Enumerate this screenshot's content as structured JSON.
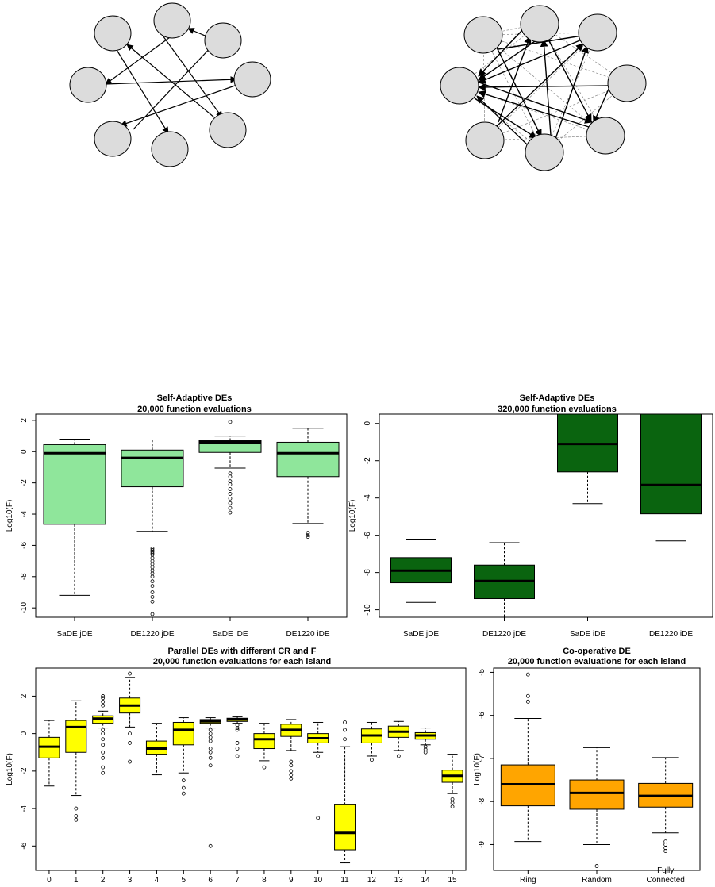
{
  "colors": {
    "light_green": "#8fe69b",
    "dark_green": "#0a640f",
    "yellow": "#ffff00",
    "orange": "#ffa500",
    "node_fill": "#dcdcdc"
  },
  "diagrams": [
    {
      "name": "ring-topology",
      "nodes": 8,
      "style": "directed arrows between selected islands"
    },
    {
      "name": "fully-connected-topology",
      "nodes": 8,
      "style": "bold arrows plus dashed links between all islands"
    }
  ],
  "chart_data": [
    {
      "type": "box",
      "title": [
        "Self-Adaptive DEs",
        "20,000 function evaluations"
      ],
      "ylabel": "Log10(F)",
      "ylim": [
        -10.6,
        2.4
      ],
      "yticks": [
        2,
        0,
        -2,
        -4,
        -6,
        -8,
        -10
      ],
      "fill": "#8fe69b",
      "categories": [
        "SaDE jDE",
        "DE1220 jDE",
        "SaDE iDE",
        "DE1220 iDE"
      ],
      "boxes": [
        {
          "label": "SaDE jDE",
          "whisker_low": -9.2,
          "q1": -4.65,
          "median": -0.1,
          "q3": 0.45,
          "whisker_high": 0.8,
          "outliers": []
        },
        {
          "label": "DE1220 jDE",
          "whisker_low": -5.1,
          "q1": -2.25,
          "median": -0.4,
          "q3": 0.1,
          "whisker_high": 0.75,
          "outliers": [
            -6.2,
            -6.3,
            -6.4,
            -6.5,
            -6.6,
            -6.8,
            -7.0,
            -7.2,
            -7.4,
            -7.6,
            -7.8,
            -8.0,
            -8.3,
            -8.6,
            -9.0,
            -9.3,
            -9.6,
            -10.4
          ]
        },
        {
          "label": "SaDE iDE",
          "whisker_low": -1.05,
          "q1": -0.05,
          "median": 0.6,
          "q3": 0.7,
          "whisker_high": 1.0,
          "outliers": [
            1.9,
            -1.4,
            -1.6,
            -1.9,
            -2.1,
            -2.4,
            -2.7,
            -3.0,
            -3.3,
            -3.6,
            -3.9
          ]
        },
        {
          "label": "DE1220 iDE",
          "whisker_low": -4.6,
          "q1": -1.6,
          "median": -0.1,
          "q3": 0.6,
          "whisker_high": 1.5,
          "outliers": [
            -5.2,
            -5.35,
            -5.45
          ]
        }
      ]
    },
    {
      "type": "box",
      "title": [
        "Self-Adaptive DEs",
        "320,000 function evaluations"
      ],
      "ylabel": "Log10(F)",
      "ylim": [
        -10.4,
        0.5
      ],
      "yticks": [
        0,
        -2,
        -4,
        -6,
        -8,
        -10
      ],
      "fill": "#0a640f",
      "categories": [
        "SaDE jDE",
        "DE1220 jDE",
        "SaDE iDE",
        "DE1220 iDE"
      ],
      "boxes": [
        {
          "label": "SaDE jDE",
          "whisker_low": -9.6,
          "q1": -8.55,
          "median": -7.9,
          "q3": -7.2,
          "whisker_high": -6.25,
          "outliers": []
        },
        {
          "label": "DE1220 jDE",
          "whisker_low": -10.4,
          "q1": -9.4,
          "median": -8.45,
          "q3": -7.6,
          "whisker_high": -6.4,
          "outliers": []
        },
        {
          "label": "SaDE iDE",
          "whisker_low": -4.3,
          "q1": -2.6,
          "median": -1.1,
          "q3": 0.5,
          "whisker_high": 0.5,
          "outliers": []
        },
        {
          "label": "DE1220 iDE",
          "whisker_low": -6.3,
          "q1": -4.85,
          "median": -3.3,
          "q3": 0.5,
          "whisker_high": 0.5,
          "outliers": []
        }
      ]
    },
    {
      "type": "box",
      "title": [
        "Parallel DEs with different CR and F",
        "20,000 function evaluations for each island"
      ],
      "ylabel": "Log10(F)",
      "ylim": [
        -7.3,
        3.5
      ],
      "yticks": [
        2,
        0,
        -2,
        -4,
        -6
      ],
      "fill": "#ffff00",
      "categories": [
        "0",
        "1",
        "2",
        "3",
        "4",
        "5",
        "6",
        "7",
        "8",
        "9",
        "10",
        "11",
        "12",
        "13",
        "14",
        "15"
      ],
      "boxes": [
        {
          "label": "0",
          "whisker_low": -2.8,
          "q1": -1.3,
          "median": -0.7,
          "q3": -0.2,
          "whisker_high": 0.7,
          "outliers": []
        },
        {
          "label": "1",
          "whisker_low": -3.3,
          "q1": -1.0,
          "median": 0.35,
          "q3": 0.7,
          "whisker_high": 1.75,
          "outliers": [
            -4.0,
            -4.4,
            -4.6
          ]
        },
        {
          "label": "2",
          "whisker_low": 0.3,
          "q1": 0.55,
          "median": 0.8,
          "q3": 0.95,
          "whisker_high": 1.2,
          "outliers": [
            1.5,
            1.7,
            1.9,
            2.0,
            0.2,
            0.0,
            -0.3,
            -0.6,
            -1.0,
            -1.3,
            -1.8,
            -2.1
          ]
        },
        {
          "label": "3",
          "whisker_low": 0.35,
          "q1": 1.1,
          "median": 1.5,
          "q3": 1.9,
          "whisker_high": 3.0,
          "outliers": [
            3.2,
            0.0,
            -0.5,
            -1.5
          ]
        },
        {
          "label": "4",
          "whisker_low": -2.2,
          "q1": -1.1,
          "median": -0.8,
          "q3": -0.4,
          "whisker_high": 0.55,
          "outliers": []
        },
        {
          "label": "5",
          "whisker_low": -2.1,
          "q1": -0.6,
          "median": 0.2,
          "q3": 0.6,
          "whisker_high": 0.85,
          "outliers": [
            -2.5,
            -2.9,
            -3.2
          ]
        },
        {
          "label": "6",
          "whisker_low": 0.3,
          "q1": 0.55,
          "median": 0.65,
          "q3": 0.75,
          "whisker_high": 0.85,
          "outliers": [
            0.2,
            0.0,
            -0.2,
            -0.4,
            -0.8,
            -1.0,
            -1.3,
            -1.7,
            -6.0
          ]
        },
        {
          "label": "7",
          "whisker_low": 0.55,
          "q1": 0.65,
          "median": 0.75,
          "q3": 0.82,
          "whisker_high": 0.9,
          "outliers": [
            0.45,
            0.3,
            0.2,
            -0.5,
            -0.8,
            -1.2
          ]
        },
        {
          "label": "8",
          "whisker_low": -1.45,
          "q1": -0.8,
          "median": -0.3,
          "q3": 0.0,
          "whisker_high": 0.55,
          "outliers": [
            -1.8
          ]
        },
        {
          "label": "9",
          "whisker_low": -0.9,
          "q1": -0.15,
          "median": 0.2,
          "q3": 0.5,
          "whisker_high": 0.75,
          "outliers": [
            -1.5,
            -1.7,
            -2.0,
            -2.2,
            -2.4
          ]
        },
        {
          "label": "10",
          "whisker_low": -1.0,
          "q1": -0.5,
          "median": -0.25,
          "q3": 0.0,
          "whisker_high": 0.6,
          "outliers": [
            -1.2,
            -4.5
          ]
        },
        {
          "label": "11",
          "whisker_low": -6.9,
          "q1": -6.2,
          "median": -5.3,
          "q3": -3.8,
          "whisker_high": -0.7,
          "outliers": [
            -0.3,
            0.2,
            0.6
          ]
        },
        {
          "label": "12",
          "whisker_low": -1.2,
          "q1": -0.5,
          "median": -0.1,
          "q3": 0.25,
          "whisker_high": 0.6,
          "outliers": [
            -1.4
          ]
        },
        {
          "label": "13",
          "whisker_low": -0.9,
          "q1": -0.2,
          "median": 0.1,
          "q3": 0.4,
          "whisker_high": 0.65,
          "outliers": [
            -1.2
          ]
        },
        {
          "label": "14",
          "whisker_low": -0.6,
          "q1": -0.3,
          "median": -0.1,
          "q3": 0.05,
          "whisker_high": 0.3,
          "outliers": [
            -0.7,
            -0.85,
            -1.0
          ]
        },
        {
          "label": "15",
          "whisker_low": -3.2,
          "q1": -2.6,
          "median": -2.25,
          "q3": -1.95,
          "whisker_high": -1.1,
          "outliers": [
            -3.5,
            -3.7,
            -3.9
          ]
        }
      ]
    },
    {
      "type": "box",
      "title": [
        "Co-operative DE",
        "20,000 function evaluations for each island"
      ],
      "ylabel": "Log10(F)",
      "ylim": [
        -9.6,
        -4.9
      ],
      "yticks": [
        -5,
        -6,
        -7,
        -8,
        -9
      ],
      "fill": "#ffa500",
      "categories": [
        "Ring",
        "Random",
        "Fully Connected"
      ],
      "boxes": [
        {
          "label": "Ring",
          "whisker_low": -8.93,
          "q1": -8.1,
          "median": -7.6,
          "q3": -7.15,
          "whisker_high": -6.07,
          "outliers": [
            -5.05,
            -5.55,
            -5.68
          ]
        },
        {
          "label": "Random",
          "whisker_low": -9.0,
          "q1": -8.18,
          "median": -7.8,
          "q3": -7.5,
          "whisker_high": -6.75,
          "outliers": [
            -9.5
          ]
        },
        {
          "label": "Fully Connected",
          "whisker_low": -8.73,
          "q1": -8.13,
          "median": -7.87,
          "q3": -7.58,
          "whisker_high": -6.98,
          "outliers": [
            -8.93,
            -9.0,
            -9.08,
            -9.15
          ]
        }
      ]
    }
  ]
}
